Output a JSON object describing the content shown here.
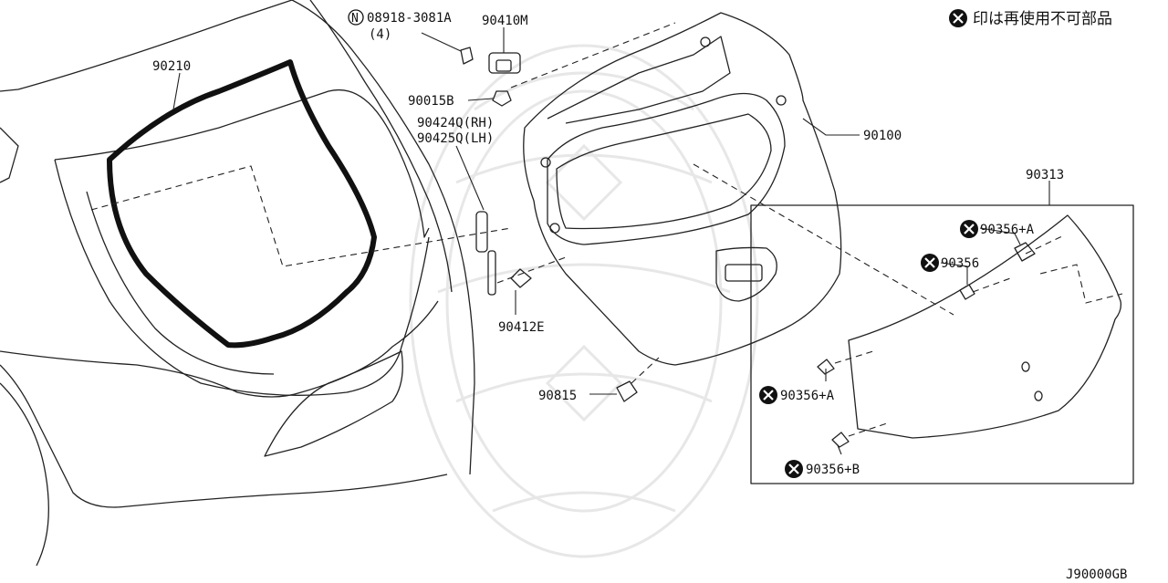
{
  "legend": {
    "symbol": "non-reusable-part-icon",
    "text": "印は再使用不可部品"
  },
  "callouts": {
    "c90210": "90210",
    "c08918_circ": "N",
    "c08918": "08918-3081A",
    "c08918_qty": "(4)",
    "c90410M": "90410M",
    "c90015B": "90015B",
    "c90424Q": "90424Q(RH)",
    "c90425Q": "90425Q(LH)",
    "c90100": "90100",
    "c90313": "90313",
    "c90356A_top": "90356+A",
    "c90356": "90356",
    "c90412E": "90412E",
    "c90815": "90815",
    "c90356A_low": "90356+A",
    "c90356B": "90356+B"
  },
  "diagram_id": "J90000GB",
  "colors": {
    "line": "#222222",
    "watermark": "#e7e7e7",
    "background": "#ffffff"
  }
}
